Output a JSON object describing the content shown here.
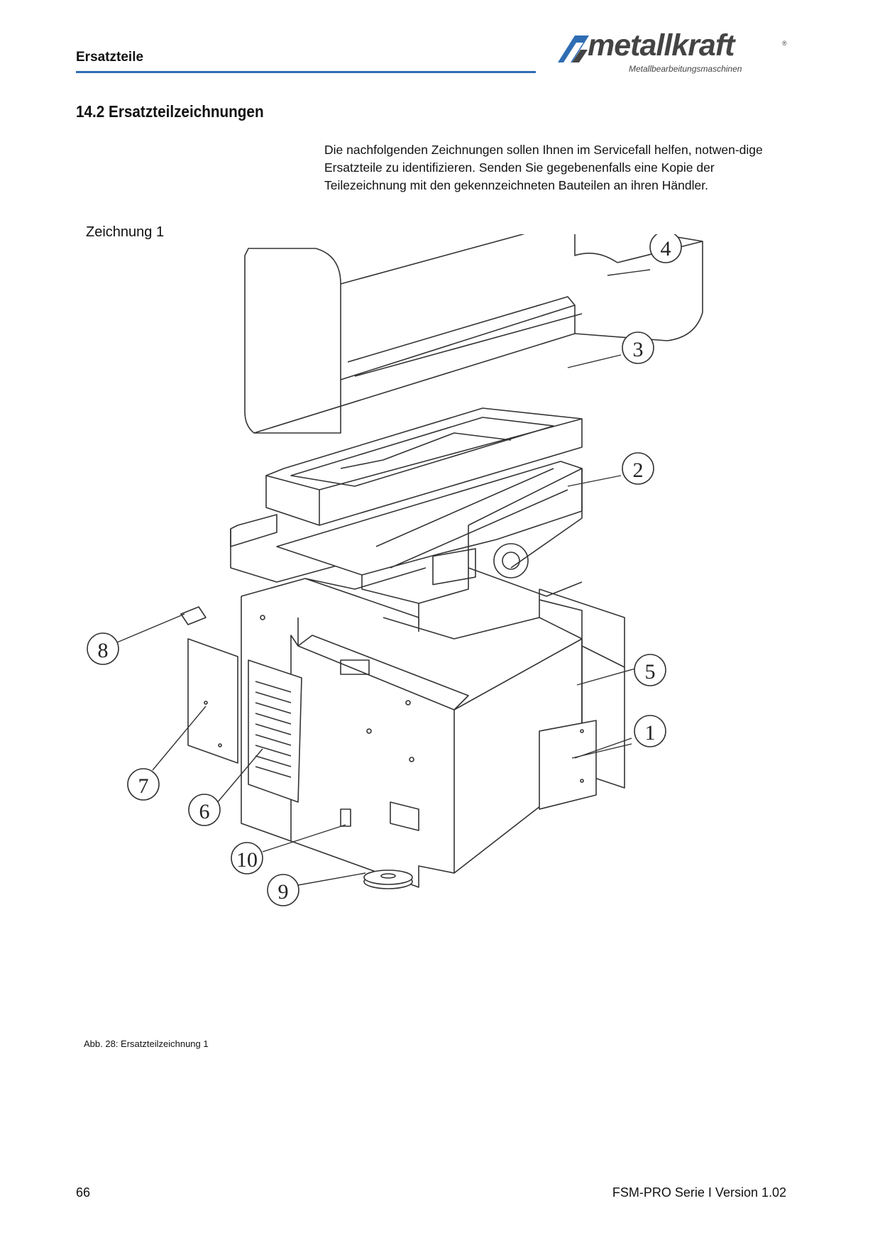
{
  "header": {
    "section": "Ersatzteile",
    "logo_name": "metallkraft",
    "logo_tagline": "Metallbearbeitungsmaschinen",
    "logo_reg": "®",
    "accent_color": "#2f6db3"
  },
  "content": {
    "title": "14.2 Ersatzteilzeichnungen",
    "intro": "Die nachfolgenden Zeichnungen sollen Ihnen im Servicefall helfen, notwen-dige Ersatzteile zu identifizieren. Senden Sie gegebenenfalls eine Kopie der Teilezeichnung mit den gekennzeichneten Bauteilen an ihren Händler.",
    "figure_label": "Zeichnung 1",
    "caption": "Abb. 28: Ersatzteilzeichnung 1",
    "callouts": [
      "1",
      "2",
      "3",
      "4",
      "5",
      "6",
      "7",
      "8",
      "9",
      "10"
    ]
  },
  "footer": {
    "page_number": "66",
    "version": "FSM-PRO Serie I Version 1.02"
  }
}
